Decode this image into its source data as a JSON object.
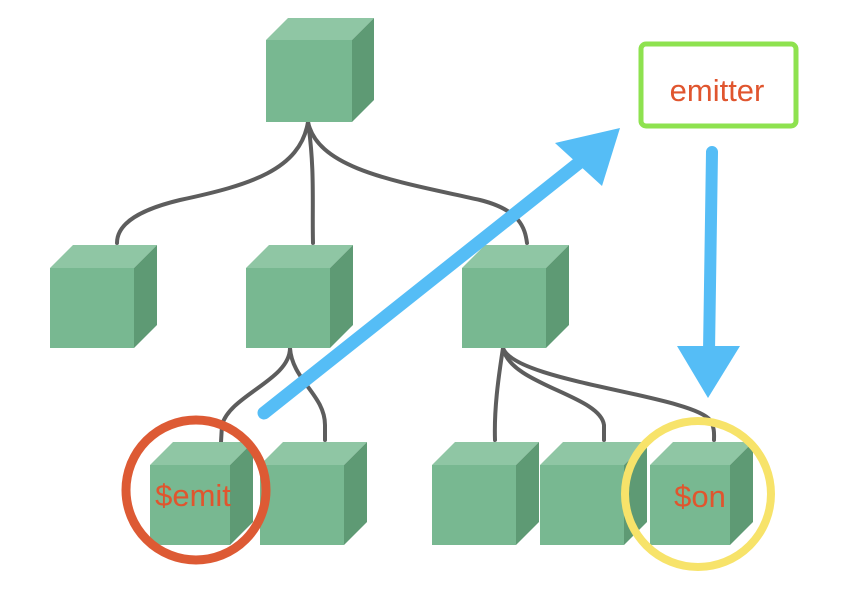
{
  "labels": {
    "emit": "$emit",
    "on": "$on",
    "emitter": "emitter"
  },
  "colors": {
    "cube_front": "#78b891",
    "cube_top": "#8fc6a4",
    "cube_side": "#5e9a74",
    "connector": "#5d5d5d",
    "arrow": "#55bdf6",
    "emit_circle": "#dd5a34",
    "on_circle": "#f7e36a",
    "emitter_box": "#8ee24f",
    "label_text": "#e0552e"
  }
}
